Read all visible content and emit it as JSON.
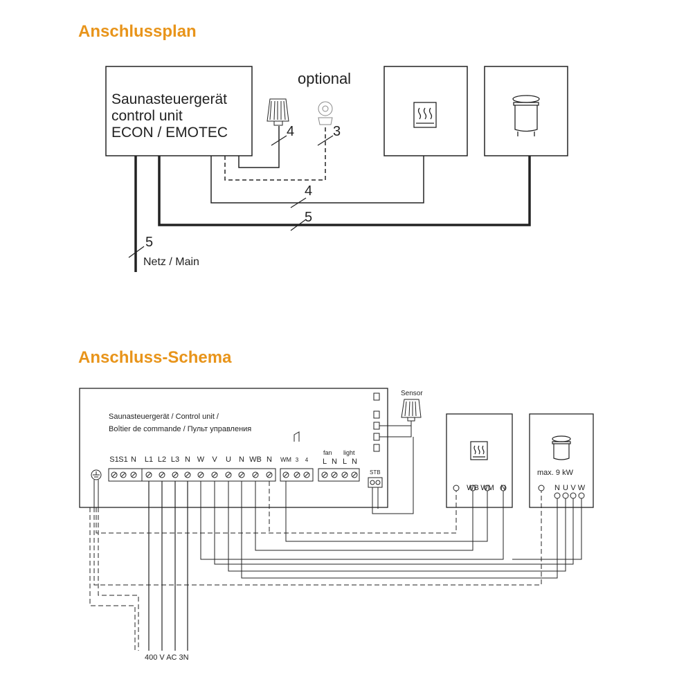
{
  "colors": {
    "title": "#E8941A",
    "line": "#222222",
    "dash": "#333333"
  },
  "plan": {
    "title": "Anschlussplan",
    "optional_label": "optional",
    "control_unit_lines": [
      "Saunasteuergerät",
      "control unit",
      "ECON / EMOTEC"
    ],
    "wire_counts": {
      "sensor": "4",
      "optional": "3",
      "heater_bottom": "4",
      "heater_main": "5",
      "mains": "5"
    },
    "mains_label": "Netz / Main",
    "icons": [
      "sensor-icon",
      "optional-sensor-icon",
      "heater-symbol-icon",
      "stove-icon"
    ]
  },
  "schema": {
    "title": "Anschluss-Schema",
    "unit_labels": [
      "Saunasteuergerät / Control unit /",
      "Boîtier de commande / Пульт управления"
    ],
    "sensor_label": "Sensor",
    "terminals_main": [
      "S1",
      "S1",
      "N",
      "L1",
      "L2",
      "L3",
      "N",
      "W",
      "V",
      "U",
      "N",
      "WB",
      "N"
    ],
    "terminals_mid": [
      "WM",
      "3",
      "4"
    ],
    "fan_label": "fan",
    "light_label": "light",
    "terminals_fanlight": [
      "L",
      "N",
      "L",
      "N"
    ],
    "stb_label": "STB",
    "heater_box_terminals": [
      "WB",
      "WM",
      "N"
    ],
    "oven_power": "max. 9 kW",
    "oven_terminals": [
      "N",
      "U",
      "V",
      "W"
    ],
    "supply_label": "400 V AC 3N"
  }
}
